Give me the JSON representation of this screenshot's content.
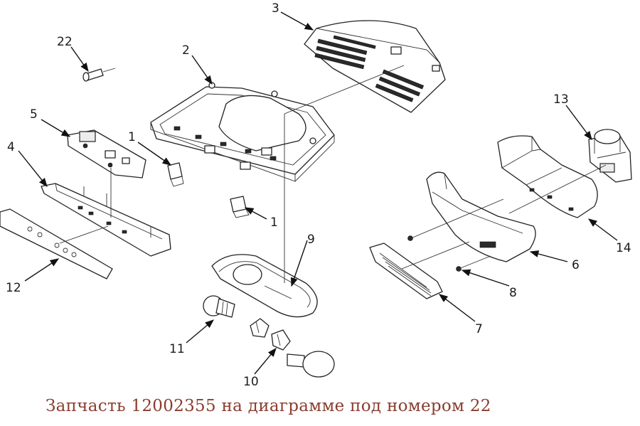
{
  "caption": "Запчасть 12002355 на диаграмме под номером 22",
  "callouts": {
    "c1a": "1",
    "c1b": "1",
    "c2": "2",
    "c3": "3",
    "c4": "4",
    "c5": "5",
    "c6": "6",
    "c7": "7",
    "c8": "8",
    "c9": "9",
    "c10": "10",
    "c11": "11",
    "c12": "12",
    "c13": "13",
    "c14": "14",
    "c22": "22"
  },
  "colors": {
    "caption": "#8a3d2e",
    "line": "#111111"
  }
}
